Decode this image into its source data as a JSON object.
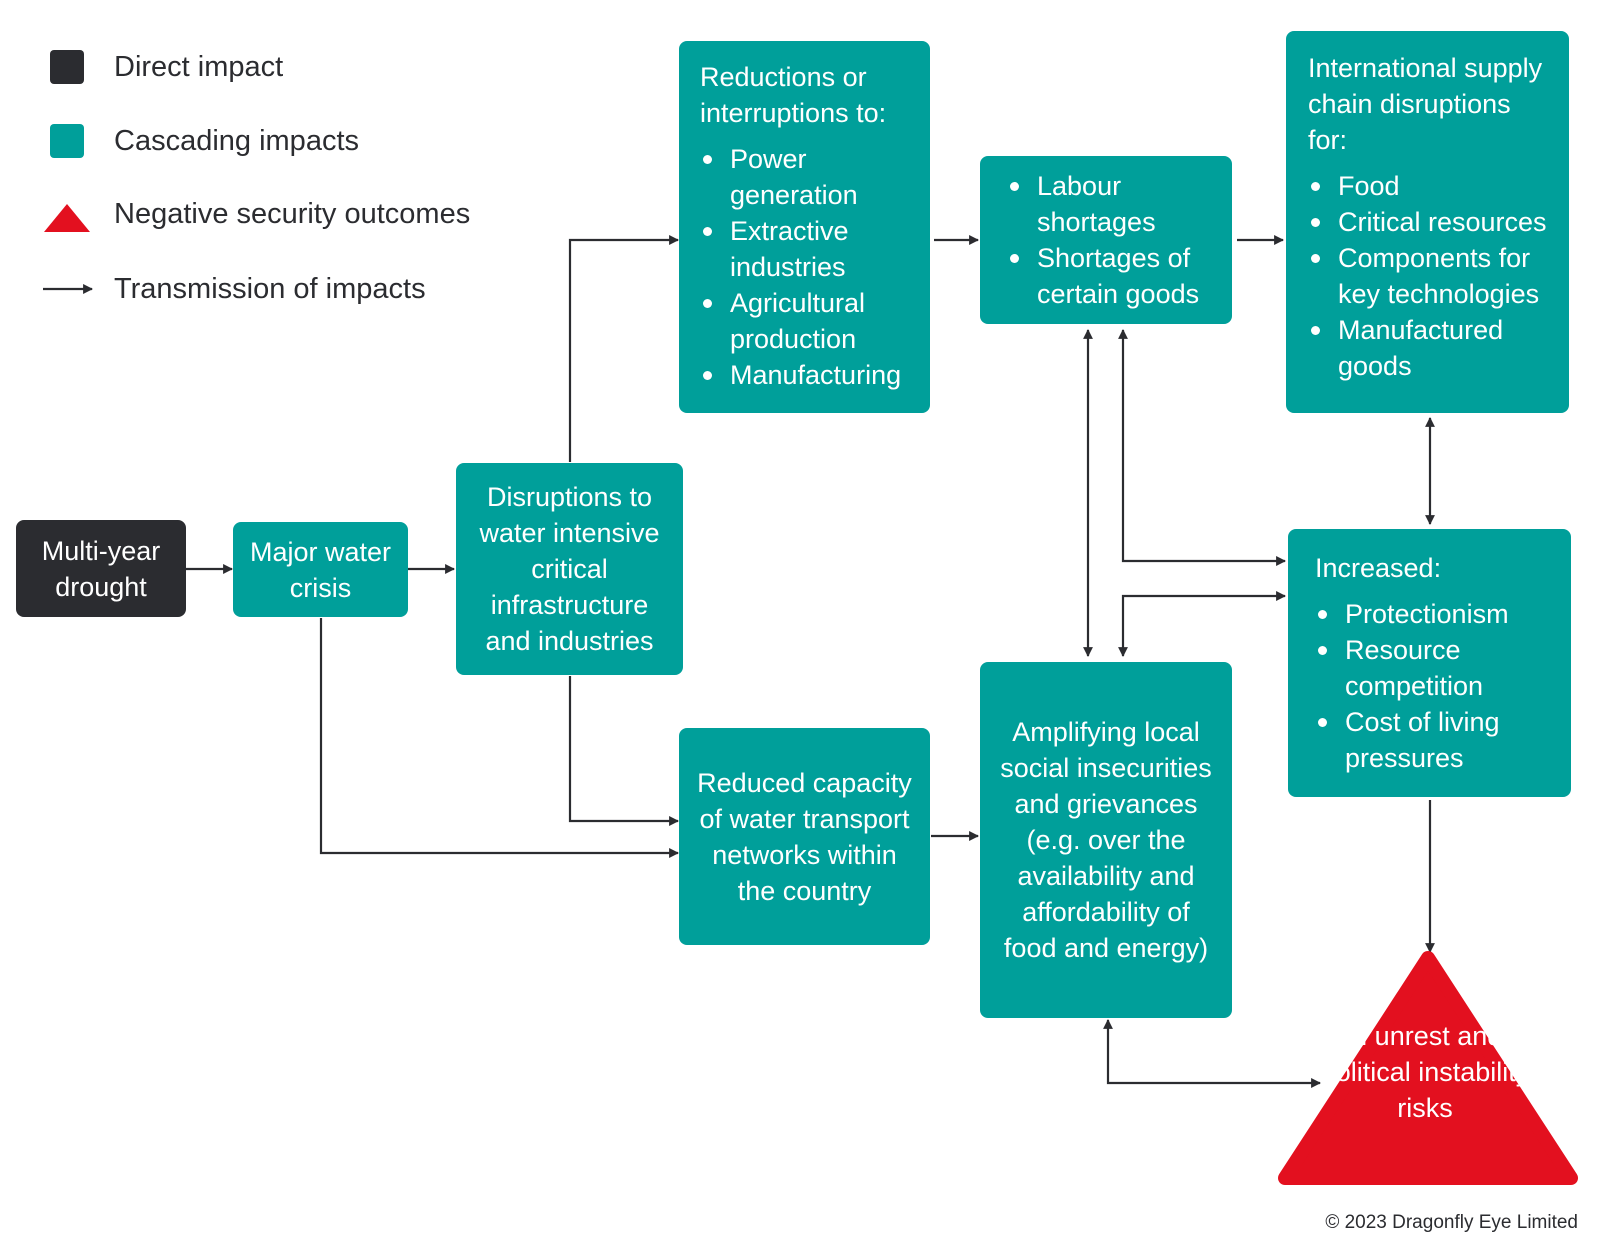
{
  "colors": {
    "direct": "#2b2c30",
    "cascading": "#009f9a",
    "negative": "#e3101f",
    "arrow": "#2b2c30"
  },
  "legend": {
    "direct": "Direct impact",
    "cascading": "Cascading impacts",
    "negative": "Negative security outcomes",
    "transmission": "Transmission of impacts"
  },
  "nodes": {
    "drought": "Multi-year drought",
    "water_crisis": "Major water crisis",
    "disruptions": "Disruptions to water intensive critical infrastructure and industries",
    "reductions": {
      "title": "Reductions or interruptions to:",
      "items": [
        "Power generation",
        "Extractive industries",
        "Agricultural production",
        "Manufacturing"
      ]
    },
    "labour": {
      "items": [
        "Labour shortages",
        "Shortages of certain goods"
      ]
    },
    "supply_chain": {
      "title": "International supply chain disruptions for:",
      "items": [
        "Food",
        "Critical resources",
        "Components for key technologies",
        "Manufactured goods"
      ]
    },
    "increased": {
      "title": "Increased:",
      "items": [
        "Protectionism",
        "Resource competition",
        "Cost of living pressures"
      ]
    },
    "water_transport": "Reduced capacity of water transport networks within the country",
    "amplifying": "Amplifying local social insecurities and grievances (e.g. over the availability and affordability of food and energy)",
    "civil_unrest": "Civil unrest and/or political instability risks"
  },
  "copyright": "© 2023 Dragonfly Eye Limited"
}
